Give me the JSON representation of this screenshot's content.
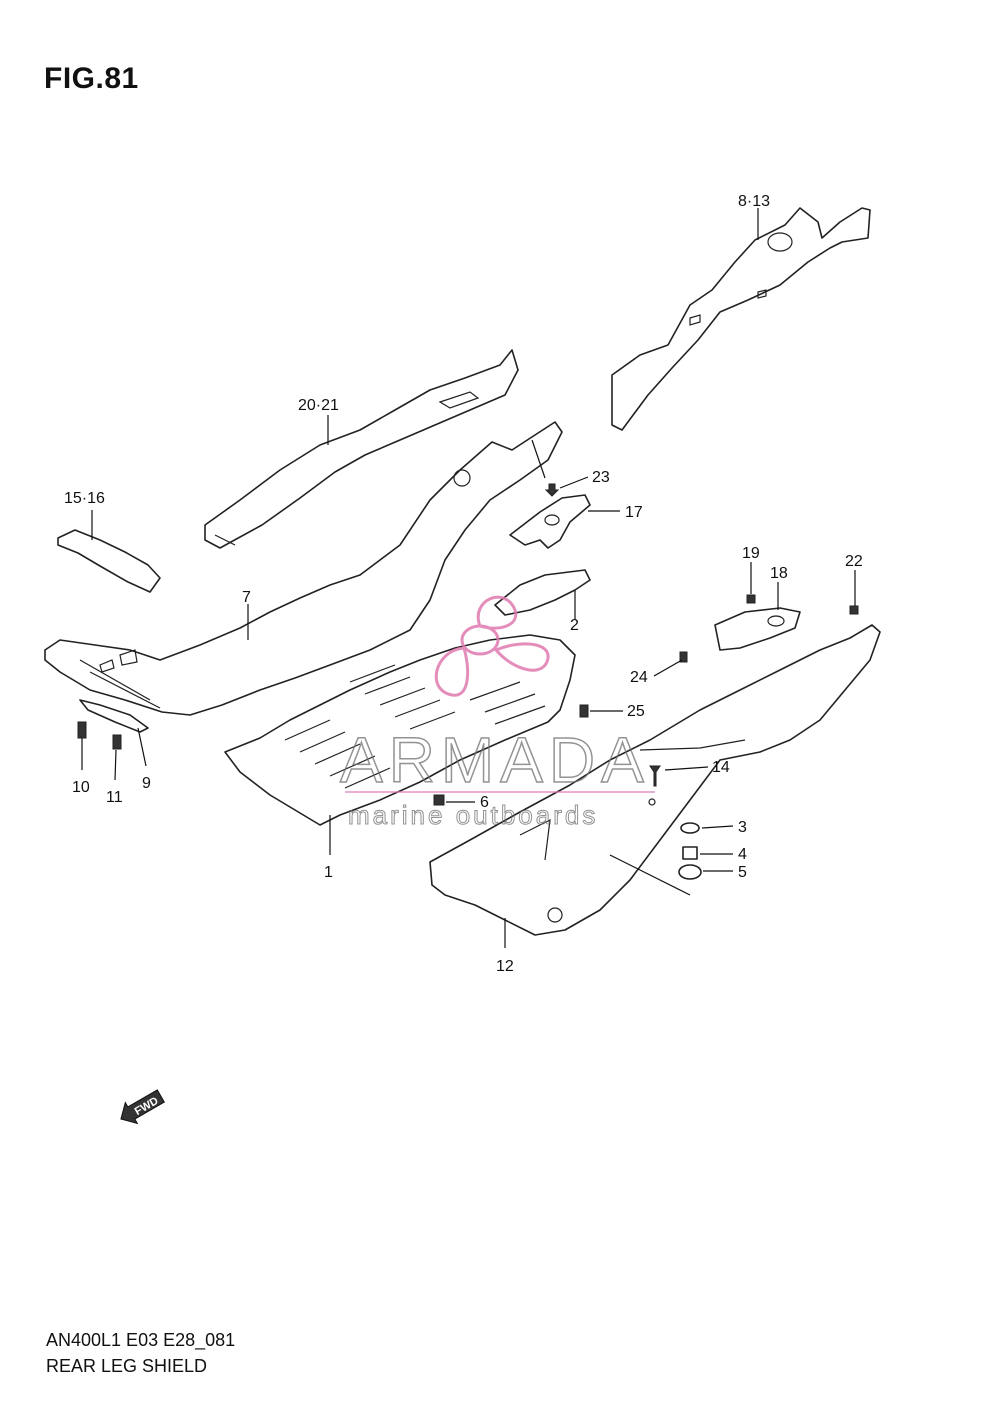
{
  "figure": {
    "title": "FIG.81"
  },
  "footer": {
    "code": "AN400L1 E03 E28_081",
    "name": "REAR LEG SHIELD"
  },
  "watermark": {
    "brand": "ARMADA",
    "tagline": "marine outboards",
    "accent_color": "#e07ab0"
  },
  "fwd_label": "FWD",
  "callouts": {
    "c1": "1",
    "c2": "2",
    "c3": "3",
    "c4": "4",
    "c5": "5",
    "c6": "6",
    "c7": "7",
    "c8_13": "8·13",
    "c9": "9",
    "c10": "10",
    "c11": "11",
    "c12": "12",
    "c14": "14",
    "c15_16": "15·16",
    "c17": "17",
    "c18": "18",
    "c19": "19",
    "c20_21": "20·21",
    "c22": "22",
    "c23": "23",
    "c24": "24",
    "c25": "25"
  }
}
